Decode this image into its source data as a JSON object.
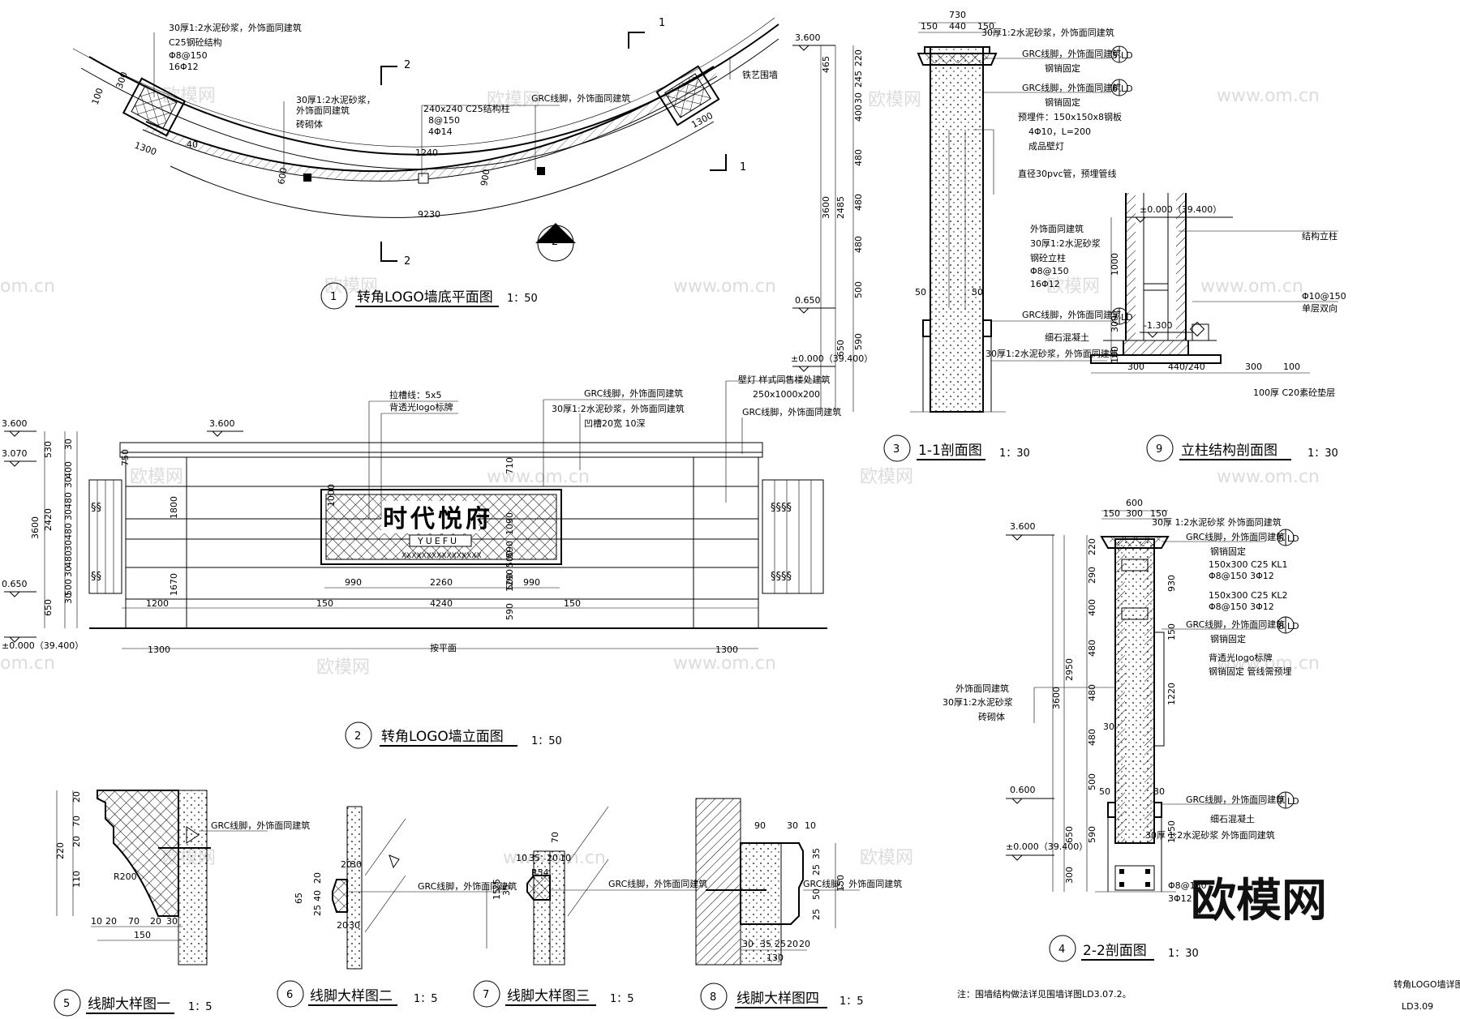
{
  "watermark": {
    "brand": "欧模网",
    "site": "www.om.cn",
    "short": "om.cn"
  },
  "sheet": {
    "title": "转角LOGO墙详图",
    "number": "LD3.09",
    "note": "注：围墙结构做法详见围墙详图LD3.07.2。"
  },
  "views": {
    "v1": {
      "num": "1",
      "title": "转角LOGO墙底平面图",
      "scale": "1：50"
    },
    "v2": {
      "num": "2",
      "title": "转角LOGO墙立面图",
      "scale": "1：50"
    },
    "v3": {
      "num": "3",
      "title": "1-1剖面图",
      "scale": "1：30"
    },
    "v4": {
      "num": "4",
      "title": "2-2剖面图",
      "scale": "1：30"
    },
    "v5": {
      "num": "5",
      "title": "线脚大样图一",
      "scale": "1：5"
    },
    "v6": {
      "num": "6",
      "title": "线脚大样图二",
      "scale": "1：5"
    },
    "v7": {
      "num": "7",
      "title": "线脚大样图三",
      "scale": "1：5"
    },
    "v8": {
      "num": "8",
      "title": "线脚大样图四",
      "scale": "1：5"
    },
    "v9": {
      "num": "9",
      "title": "立柱结构剖面图",
      "scale": "1：30"
    }
  },
  "plan": {
    "notes": [
      "30厚1:2水泥砂浆，外饰面同建筑",
      "C25钢砼结构",
      "Φ8@150",
      "16Φ12",
      "30厚1:2水泥砂浆，",
      "外饰面同建筑",
      "砖砌体",
      "240x240 C25结构柱",
      "8@150",
      "4Φ14",
      "GRC线脚，外饰面同建筑",
      "铁艺围墙"
    ],
    "dims": [
      "1300",
      "1300",
      "9230",
      "1240",
      "100",
      "300",
      "40",
      "600",
      "900"
    ],
    "cut": [
      "1",
      "1",
      "2",
      "2",
      "2"
    ]
  },
  "elev": {
    "notes": [
      "拉槽线：5x5",
      "背透光logo标牌",
      "GRC线脚，外饰面同建筑",
      "30厚1:2水泥砂浆，外饰面同建筑",
      "凹槽20宽 10深",
      "壁灯 样式同售楼处建筑",
      "250x1000x200",
      "GRC线脚，外饰面同建筑"
    ],
    "sign_cn": "时代悦府",
    "sign_en": "YUEFU",
    "sign_small": "XXXXXXXXXXXXXXXX",
    "levels": [
      "3.600",
      "3.070",
      "0.650",
      "±0.000（39.400）",
      "3.600"
    ],
    "vdims": [
      "530",
      "2420",
      "3600",
      "650",
      "1670",
      "1800",
      "750",
      "710",
      "1090",
      "590",
      "1000",
      "1290"
    ],
    "hdims": [
      "1200",
      "150",
      "4240",
      "150",
      "990",
      "2260",
      "990",
      "500",
      "1300",
      "1300",
      "590",
      "500",
      "按平面"
    ],
    "lrows": [
      "30",
      "400",
      "30",
      "480",
      "30",
      "480",
      "30",
      "480",
      "30",
      "500",
      "30"
    ]
  },
  "s11": {
    "top": "730",
    "topsub": [
      "150",
      "440",
      "150"
    ],
    "levels": [
      "3.600",
      "0.650",
      "±0.000（39.400）"
    ],
    "vdims": [
      "465",
      "2485",
      "3600",
      "650",
      "220",
      "245",
      "400",
      "480",
      "480",
      "480",
      "500",
      "590",
      "30",
      "50",
      "50"
    ],
    "notes": [
      "30厚1:2水泥砂浆，外饰面同建筑",
      "GRC线脚，外饰面同建筑",
      "钢销固定",
      "GRC线脚，外饰面同建筑",
      "钢销固定",
      "预埋件：150x150x8钢板",
      "4Φ10，L=200",
      "成品壁灯",
      "直径30pvc管，预埋管线",
      "外饰面同建筑",
      "30厚1:2水泥砂浆",
      "钢砼立柱",
      "Φ8@150",
      "16Φ12",
      "GRC线脚，外饰面同建筑",
      "细石混凝土",
      "30厚1:2水泥砂浆，外饰面同建筑"
    ],
    "tags": [
      "5",
      "6",
      "7"
    ],
    "tagLD": "LD"
  },
  "s22": {
    "top": "600",
    "topsub": [
      "150",
      "300",
      "150"
    ],
    "levels": [
      "3.600",
      "0.600",
      "±0.000（39.400）"
    ],
    "vdims": [
      "220",
      "290",
      "400",
      "480",
      "480",
      "480",
      "500",
      "3600",
      "2950",
      "650",
      "590",
      "300",
      "930",
      "1220",
      "150",
      "1150",
      "30",
      "50",
      "30"
    ],
    "notes": [
      "30厚 1:2水泥砂浆 外饰面同建筑",
      "GRC线脚，外饰面同建筑",
      "钢销固定",
      "150x300 C25 KL1",
      "Φ8@150 3Φ12",
      "150x300 C25 KL2",
      "Φ8@150 3Φ12",
      "GRC线脚，外饰面同建筑",
      "钢销固定",
      "背透光logo标牌",
      "钢销固定 管线需预埋",
      "外饰面同建筑",
      "30厚1:2水泥砂浆",
      "砖砌体",
      "GRC线脚，外饰面同建筑",
      "细石混凝土",
      "30厚 1:2水泥砂浆 外饰面同建筑",
      "Φ8@150",
      "3Φ12"
    ],
    "tags": [
      "5",
      "8",
      "7"
    ]
  },
  "s99": {
    "levels": [
      "±0.000（39.400）",
      "-1.300"
    ],
    "notes": [
      "结构立柱",
      "Φ10@150",
      "单层双向",
      "100厚 C20素砼垫层"
    ],
    "dims": [
      "1000",
      "300",
      "100",
      "300",
      "440/240",
      "300",
      "100"
    ]
  },
  "d5": {
    "vdims": [
      "20",
      "70",
      "20",
      "110",
      "220"
    ],
    "hdims": [
      "10",
      "20",
      "70",
      "20",
      "30",
      "150"
    ],
    "r": "R200",
    "note": "GRC线脚，外饰面同建筑"
  },
  "d6": {
    "dims": [
      "20",
      "30",
      "65",
      "20",
      "40",
      "25",
      "20",
      "30"
    ],
    "note": "GRC线脚，外饰面同建筑"
  },
  "d7": {
    "dims": [
      "70",
      "10",
      "35",
      "20",
      "10",
      "R54",
      "25",
      "15",
      "35"
    ],
    "note": "GRC线脚，外饰面同建筑"
  },
  "d8": {
    "dims": [
      "90",
      "30",
      "10",
      "35",
      "25",
      "50",
      "25",
      "150",
      "30",
      "35",
      "25",
      "20",
      "20",
      "130"
    ],
    "note": "GRC线脚，外饰面同建筑"
  }
}
